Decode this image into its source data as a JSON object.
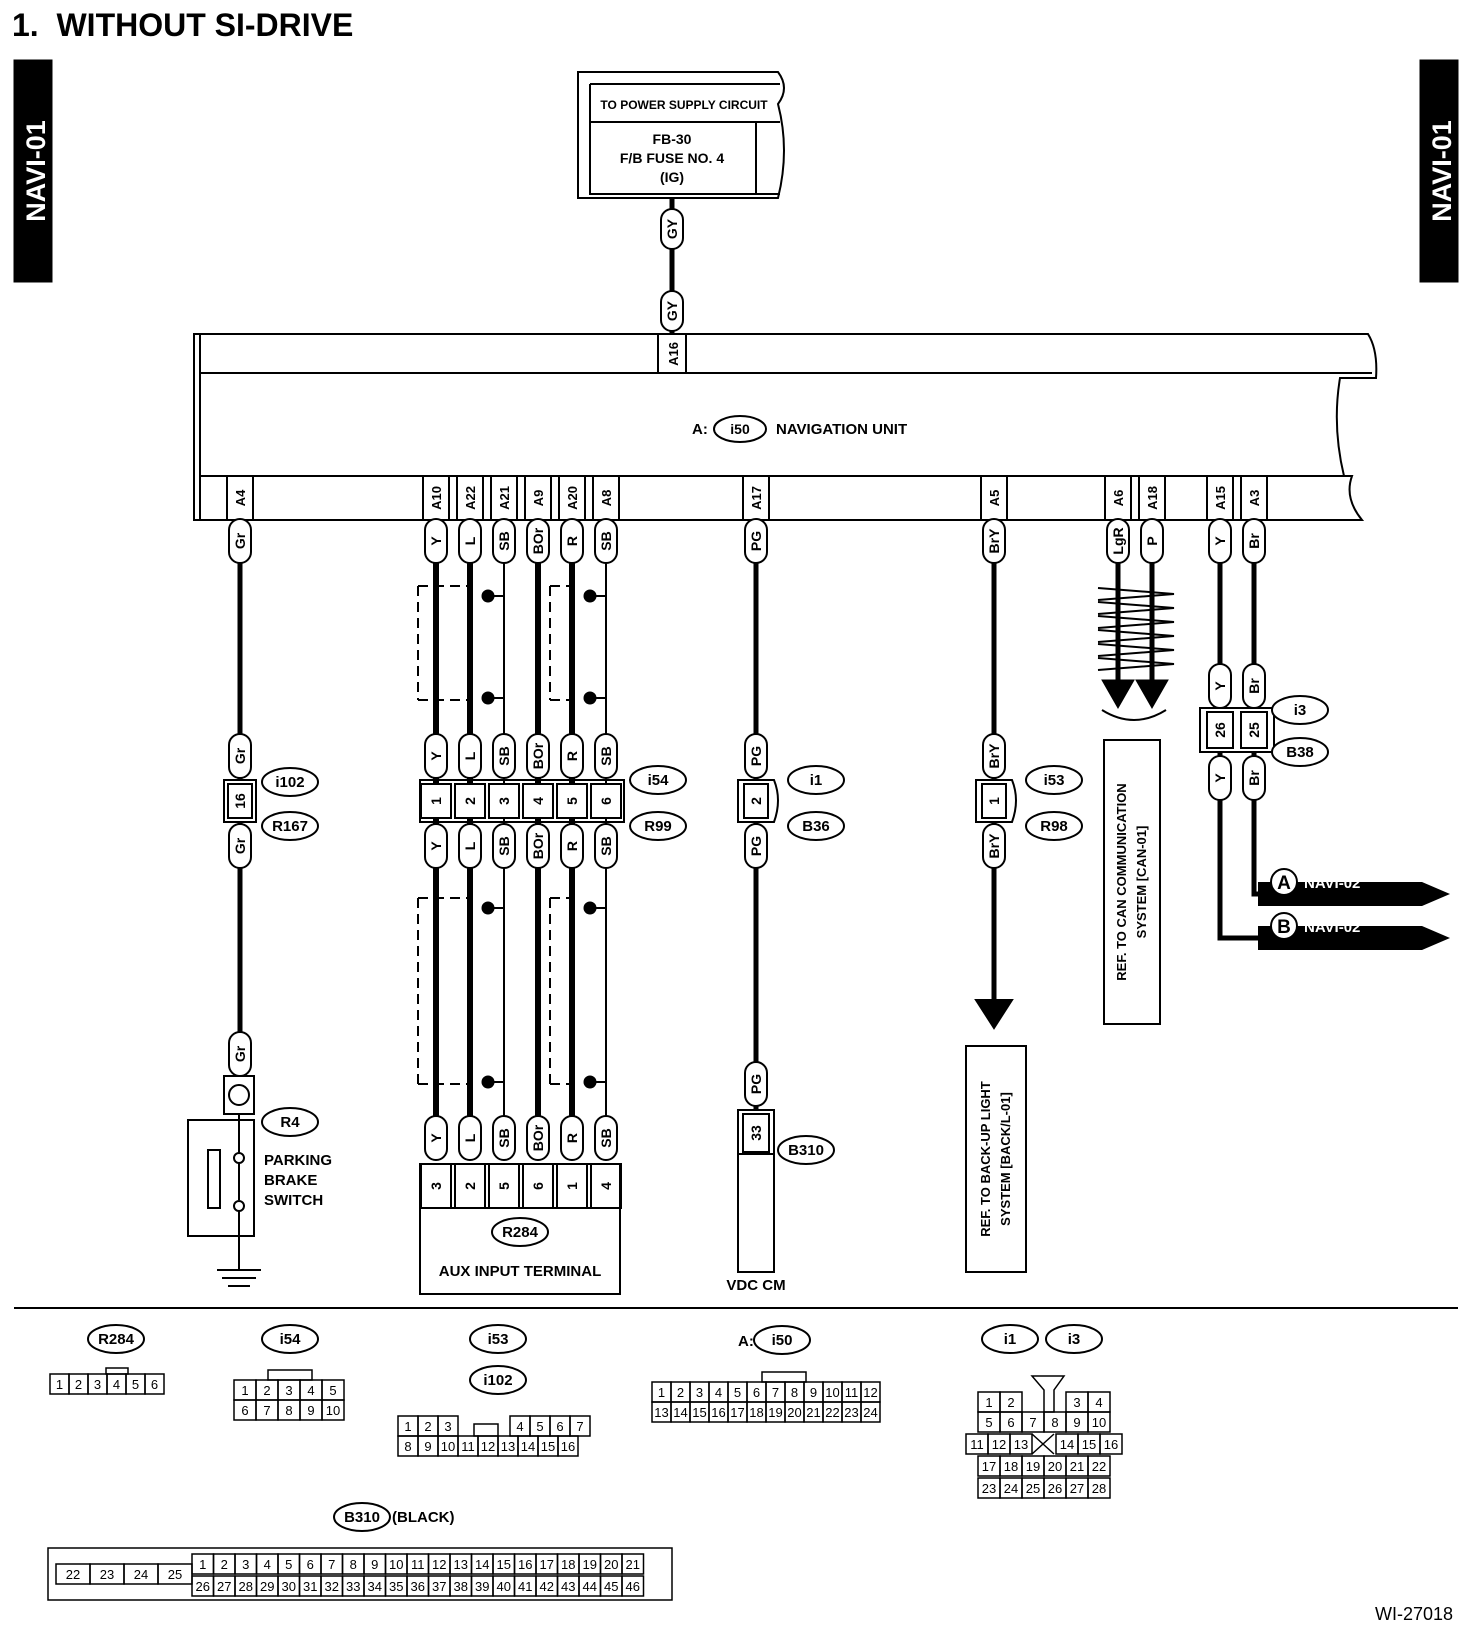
{
  "title": "1.  WITHOUT SI-DRIVE",
  "side_tabs": {
    "left": "NAVI-01",
    "right": "NAVI-01"
  },
  "power_supply": {
    "header": "TO POWER SUPPLY CIRCUIT",
    "line1": "FB-30",
    "line2": "F/B FUSE NO. 4",
    "line3": "(IG)",
    "wire": "GY",
    "pin": "A16"
  },
  "nav_unit": {
    "prefix": "A:",
    "connector": "i50",
    "label": "NAVIGATION UNIT"
  },
  "pins": [
    "A4",
    "A10",
    "A22",
    "A21",
    "A9",
    "A20",
    "A8",
    "A17",
    "A5",
    "A6",
    "A18",
    "A15",
    "A3"
  ],
  "wires_top": [
    "Gr",
    "Y",
    "L",
    "SB",
    "BOr",
    "R",
    "SB",
    "PG",
    "BrY",
    "LgR",
    "P",
    "Y",
    "Br"
  ],
  "gr_circuit": {
    "wire": "Gr",
    "conn_pin": "16",
    "conn_a": "i102",
    "conn_b": "R167",
    "switch_conn": "R4",
    "switch_label": [
      "PARKING",
      "BRAKE",
      "SWITCH"
    ]
  },
  "aux_circuit": {
    "wires": [
      "Y",
      "L",
      "SB",
      "BOr",
      "R",
      "SB"
    ],
    "mid_pins": [
      "1",
      "2",
      "3",
      "4",
      "5",
      "6"
    ],
    "conn_a": "i54",
    "conn_b": "R99",
    "term_pins": [
      "3",
      "2",
      "5",
      "6",
      "1",
      "4"
    ],
    "term_conn": "R284",
    "term_label": "AUX INPUT TERMINAL"
  },
  "vdc_circuit": {
    "wire": "PG",
    "conn_pin": "2",
    "conn_a": "i1",
    "conn_b": "B36",
    "end_pin": "33",
    "end_conn": "B310",
    "end_label": "VDC CM"
  },
  "backup_circuit": {
    "wire": "BrY",
    "conn_pin": "1",
    "conn_a": "i53",
    "conn_b": "R98",
    "ref": [
      "REF. TO BACK-UP LIGHT",
      "SYSTEM [BACK/L-01]"
    ]
  },
  "can_circuit": {
    "wires": [
      "LgR",
      "P"
    ],
    "ref": [
      "REF. TO CAN COMMUNICATION",
      "SYSTEM [CAN-01]"
    ]
  },
  "navi02_circuit": {
    "wires": [
      "Y",
      "Br"
    ],
    "pins": [
      "26",
      "25"
    ],
    "conn_a": "i3",
    "conn_b": "B38",
    "links": [
      {
        "letter": "A",
        "label": "NAVI-02"
      },
      {
        "letter": "B",
        "label": "NAVI-02"
      }
    ]
  },
  "connector_views": {
    "r284": {
      "name": "R284",
      "pins": [
        "1",
        "2",
        "3",
        "4",
        "5",
        "6"
      ]
    },
    "i54": {
      "name": "i54",
      "rows": [
        [
          "1",
          "2",
          "3",
          "4",
          "5"
        ],
        [
          "6",
          "7",
          "8",
          "9",
          "10"
        ]
      ]
    },
    "i53": {
      "name1": "i53",
      "name2": "i102",
      "rows": [
        [
          "1",
          "2",
          "3",
          "4",
          "5",
          "6",
          "7"
        ],
        [
          "8",
          "9",
          "10",
          "11",
          "12",
          "13",
          "14",
          "15",
          "16"
        ]
      ]
    },
    "i50": {
      "prefix": "A:",
      "name": "i50",
      "rows": [
        [
          "1",
          "2",
          "3",
          "4",
          "5",
          "6",
          "7",
          "8",
          "9",
          "10",
          "11",
          "12"
        ],
        [
          "13",
          "14",
          "15",
          "16",
          "17",
          "18",
          "19",
          "20",
          "21",
          "22",
          "23",
          "24"
        ]
      ]
    },
    "i1i3": {
      "name1": "i1",
      "name2": "i3",
      "rows": [
        [
          "1",
          "2",
          "3",
          "4"
        ],
        [
          "5",
          "6",
          "7",
          "8",
          "9",
          "10"
        ],
        [
          "11",
          "12",
          "13",
          "14",
          "15",
          "16"
        ],
        [
          "17",
          "18",
          "19",
          "20",
          "21",
          "22"
        ],
        [
          "23",
          "24",
          "25",
          "26",
          "27",
          "28"
        ]
      ]
    },
    "b310": {
      "name": "B310",
      "suffix": "(BLACK)",
      "left": [
        "22",
        "23",
        "24",
        "25"
      ],
      "row1": [
        "1",
        "2",
        "3",
        "4",
        "5",
        "6",
        "7",
        "8",
        "9",
        "10",
        "11",
        "12",
        "13",
        "14",
        "15",
        "16",
        "17",
        "18",
        "19",
        "20",
        "21"
      ],
      "row2": [
        "26",
        "27",
        "28",
        "29",
        "30",
        "31",
        "32",
        "33",
        "34",
        "35",
        "36",
        "37",
        "38",
        "39",
        "40",
        "41",
        "42",
        "43",
        "44",
        "45",
        "46"
      ]
    }
  },
  "diagram_code": "WI-27018"
}
